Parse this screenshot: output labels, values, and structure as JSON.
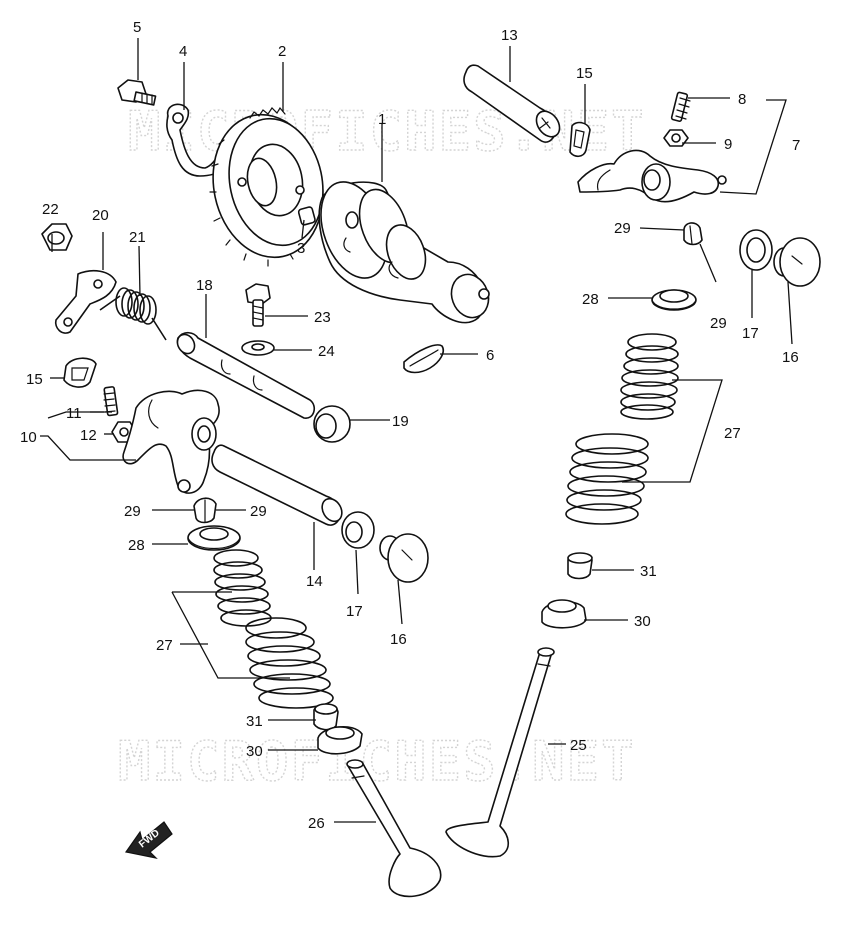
{
  "watermark": "MICROFICHES.NET",
  "direction_label": "FWD",
  "callouts": [
    "1",
    "2",
    "3",
    "4",
    "5",
    "6",
    "7",
    "8",
    "9",
    "10",
    "11",
    "12",
    "13",
    "14",
    "15",
    "16",
    "17",
    "18",
    "19",
    "20",
    "21",
    "22",
    "23",
    "24",
    "25",
    "26",
    "27",
    "28",
    "29",
    "30",
    "31"
  ],
  "colors": {
    "line": "#111111",
    "watermark": "#d4d4d4",
    "background": "#ffffff"
  }
}
